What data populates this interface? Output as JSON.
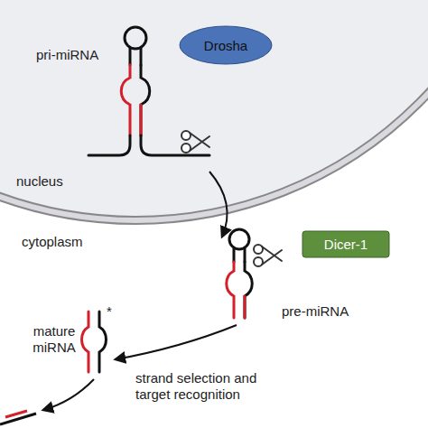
{
  "diagram": {
    "nodes": [
      {
        "text": [
          "Drosha"
        ]
      },
      {
        "text": [
          "Dicer-1"
        ]
      }
    ],
    "labels": [
      "pri-miRNA",
      "nucleus",
      "cytoplasm",
      "pre-miRNA",
      "mature miRNA",
      "*",
      "strand selection and target recognition"
    ]
  }
}
